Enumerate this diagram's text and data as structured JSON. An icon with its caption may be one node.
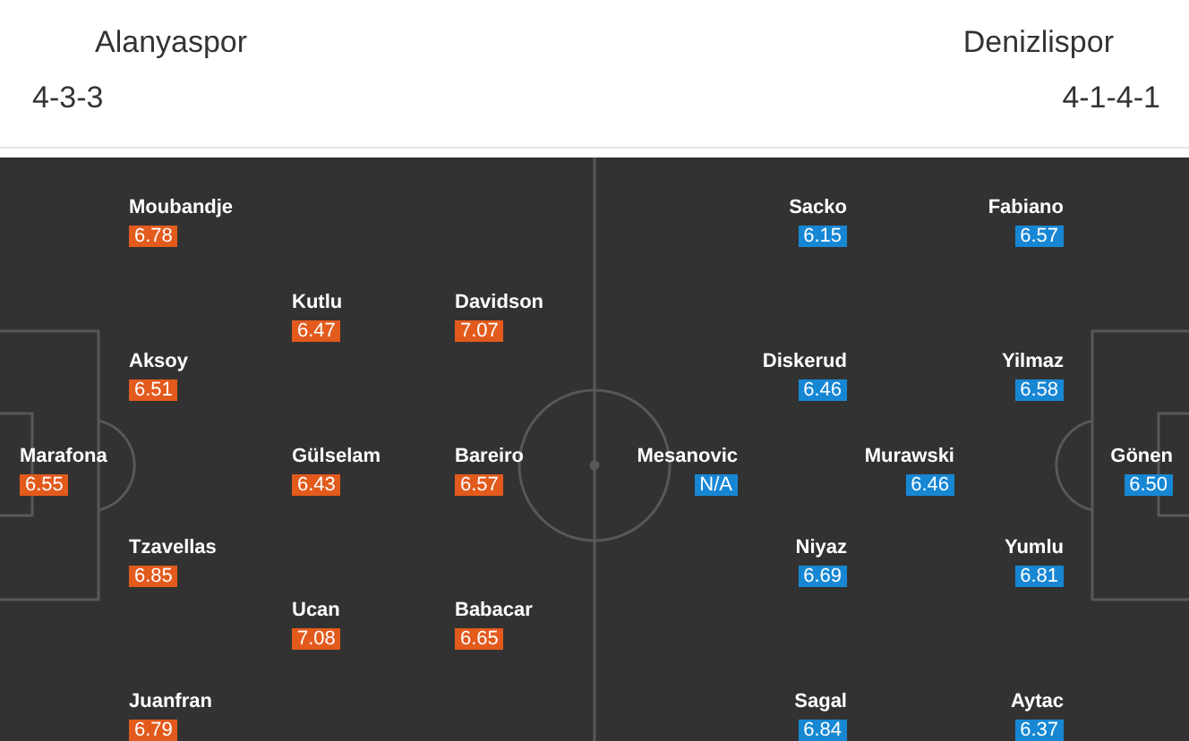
{
  "diagram": {
    "nodes": [
      {
        "text": [
          "Marafona",
          "6.55"
        ]
      },
      {
        "text": [
          "Moubandje",
          "6.78"
        ]
      },
      {
        "text": [
          "Aksoy",
          "6.51"
        ]
      },
      {
        "text": [
          "Tzavellas",
          "6.85"
        ]
      },
      {
        "text": [
          "Juanfran",
          "6.79"
        ]
      },
      {
        "text": [
          "Kutlu",
          "6.47"
        ]
      },
      {
        "text": [
          "Gülselam",
          "6.43"
        ]
      },
      {
        "text": [
          "Ucan",
          "7.08"
        ]
      },
      {
        "text": [
          "Davidson",
          "7.07"
        ]
      },
      {
        "text": [
          "Bareiro",
          "6.57"
        ]
      },
      {
        "text": [
          "Babacar",
          "6.65"
        ]
      },
      {
        "text": [
          "Mesanovic",
          "N/A"
        ]
      },
      {
        "text": [
          "Sacko",
          "6.15"
        ]
      },
      {
        "text": [
          "Diskerud",
          "6.46"
        ]
      },
      {
        "text": [
          "Niyaz",
          "6.69"
        ]
      },
      {
        "text": [
          "Sagal",
          "6.84"
        ]
      },
      {
        "text": [
          "Murawski",
          "6.46"
        ]
      },
      {
        "text": [
          "Fabiano",
          "6.57"
        ]
      },
      {
        "text": [
          "Yilmaz",
          "6.58"
        ]
      },
      {
        "text": [
          "Yumlu",
          "6.81"
        ]
      },
      {
        "text": [
          "Aytac",
          "6.37"
        ]
      },
      {
        "text": [
          "Gönen",
          "6.50"
        ]
      }
    ],
    "labels": [
      "Alanyaspor",
      "Denizlispor",
      "4-3-3",
      "4-1-4-1"
    ]
  }
}
